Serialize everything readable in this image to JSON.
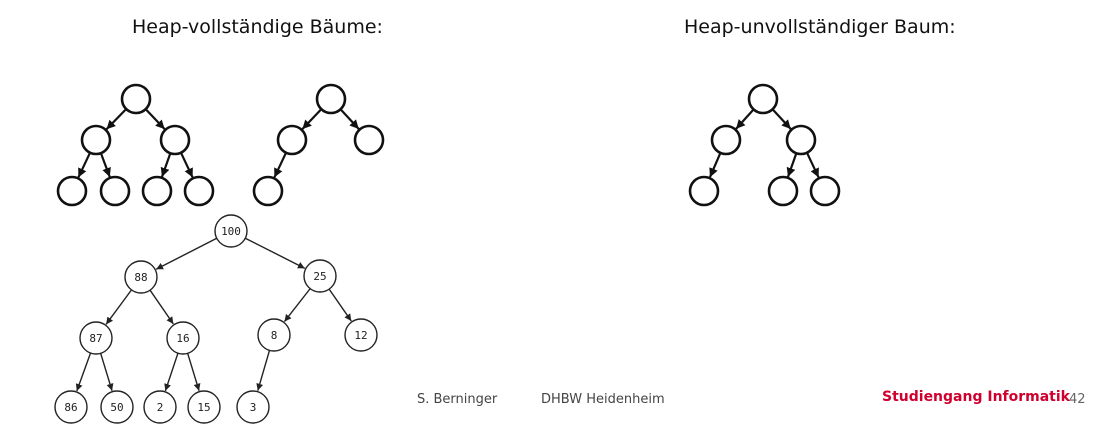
{
  "titles": {
    "complete": "Heap-vollständige Bäume:",
    "incomplete": "Heap-unvollständiger Baum:"
  },
  "heap_tree": {
    "nodes": [
      "100",
      "88",
      "25",
      "87",
      "16",
      "8",
      "12",
      "86",
      "50",
      "2",
      "15",
      "3"
    ]
  },
  "footer": {
    "author": "S. Berninger",
    "institution": "DHBW Heidenheim",
    "program": "Studiengang Informatik",
    "page": "42"
  },
  "colors": {
    "program_accent": "#d0002e",
    "line": "#111111"
  }
}
